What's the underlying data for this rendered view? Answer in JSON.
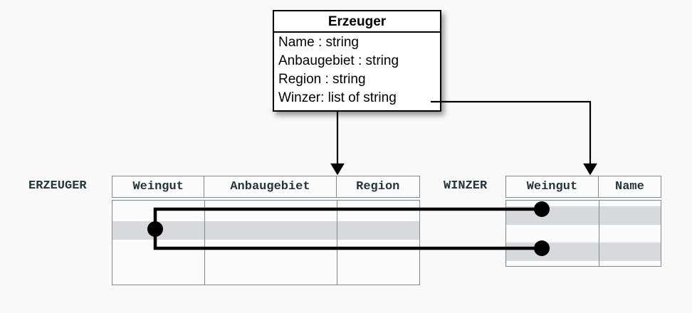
{
  "diagram": {
    "title_hidden": "",
    "colors": {
      "row_highlight": "#d8d9dd",
      "table_border": "#7b8c90",
      "table_fill": "#fbfbfb",
      "connector": "#000000",
      "mono_text": "#24363c",
      "class_border": "#000000",
      "page_background": "#f9f9f9"
    }
  },
  "uml_class": {
    "name": "Erzeuger",
    "attributes": [
      "Name : string",
      "Anbaugebiet : string",
      "Region : string",
      "Winzer: list of string"
    ]
  },
  "tables": [
    {
      "label": "ERZEUGER",
      "columns": [
        "Weingut",
        "Anbaugebiet",
        "Region"
      ],
      "rows": [
        {
          "cells": [
            "",
            "",
            ""
          ],
          "highlighted": false
        },
        {
          "cells": [
            "",
            "",
            ""
          ],
          "highlighted": true
        },
        {
          "cells": [
            "",
            "",
            ""
          ],
          "highlighted": false
        },
        {
          "cells": [
            "",
            "",
            ""
          ],
          "highlighted": false
        }
      ]
    },
    {
      "label": "WINZER",
      "columns": [
        "Weingut",
        "Name"
      ],
      "rows": [
        {
          "cells": [
            "",
            ""
          ],
          "highlighted": true
        },
        {
          "cells": [
            "",
            ""
          ],
          "highlighted": false
        },
        {
          "cells": [
            "",
            ""
          ],
          "highlighted": true
        }
      ]
    }
  ],
  "connectors": {
    "arrow_to_erzeuger": "Erzeuger class maps to ERZEUGER table",
    "arrow_to_winzer": "Winzer attribute maps to WINZER table",
    "row_link": "one ERZEUGER row links to two WINZER rows"
  }
}
